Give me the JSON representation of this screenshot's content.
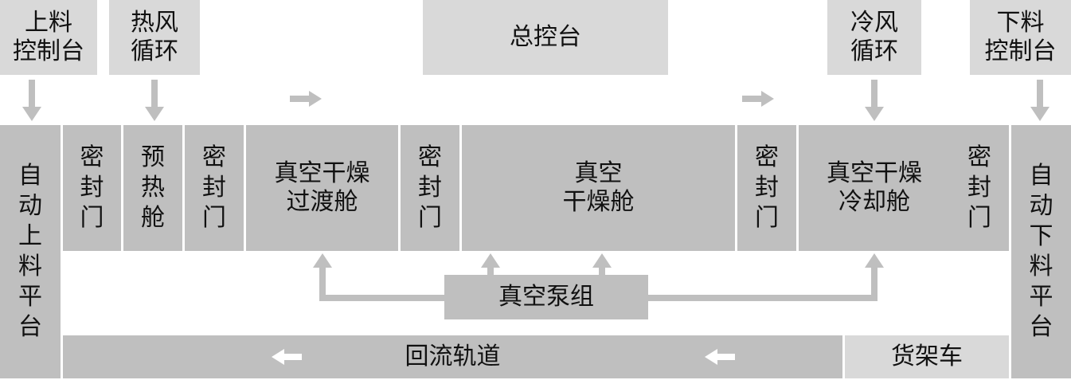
{
  "top_controls": {
    "loading_console": "上料\n控制台",
    "hot_air": "热风\n循环",
    "master_console": "总控台",
    "cold_air": "冷风\n循环",
    "unloading_console": "下料\n控制台"
  },
  "platforms": {
    "auto_loading": "自\n动\n上\n料\n平\n台",
    "auto_unloading": "自\n动\n下\n料\n平\n台"
  },
  "chambers": {
    "seal_door_1": "密\n封\n门",
    "preheat": "预\n热\n舱",
    "seal_door_2": "密\n封\n门",
    "transition": "真空干燥\n过渡舱",
    "seal_door_3": "密\n封\n门",
    "drying": "真空\n干燥舱",
    "seal_door_4": "密\n封\n门",
    "cooling": "真空干燥\n冷却舱",
    "seal_door_5": "密\n封\n门"
  },
  "vacuum_pump": "真空泵组",
  "return_track": "回流轨道",
  "shelf_cart": "货架车",
  "colors": {
    "light_box": "#d9d9d9",
    "mid_box": "#bfbfbf",
    "arrow": "#bfbfbf",
    "track_arrow": "#ffffff"
  }
}
